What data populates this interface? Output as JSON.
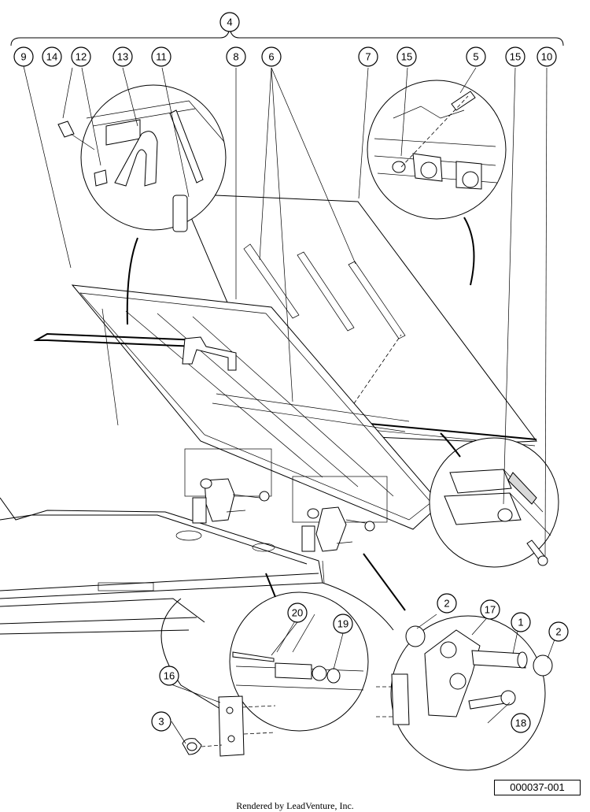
{
  "callouts": {
    "c4": "4",
    "c9": "9",
    "c14": "14",
    "c12": "12",
    "c13": "13",
    "c11": "11",
    "c8": "8",
    "c6": "6",
    "c7": "7",
    "c15a": "15",
    "c5": "5",
    "c15b": "15",
    "c10": "10",
    "c2a": "2",
    "c17": "17",
    "c1": "1",
    "c2b": "2",
    "c20": "20",
    "c19": "19",
    "c16": "16",
    "c18": "18",
    "c3": "3"
  },
  "drawing_id": "000037-001",
  "credit": "Rendered by LeadVenture, Inc."
}
